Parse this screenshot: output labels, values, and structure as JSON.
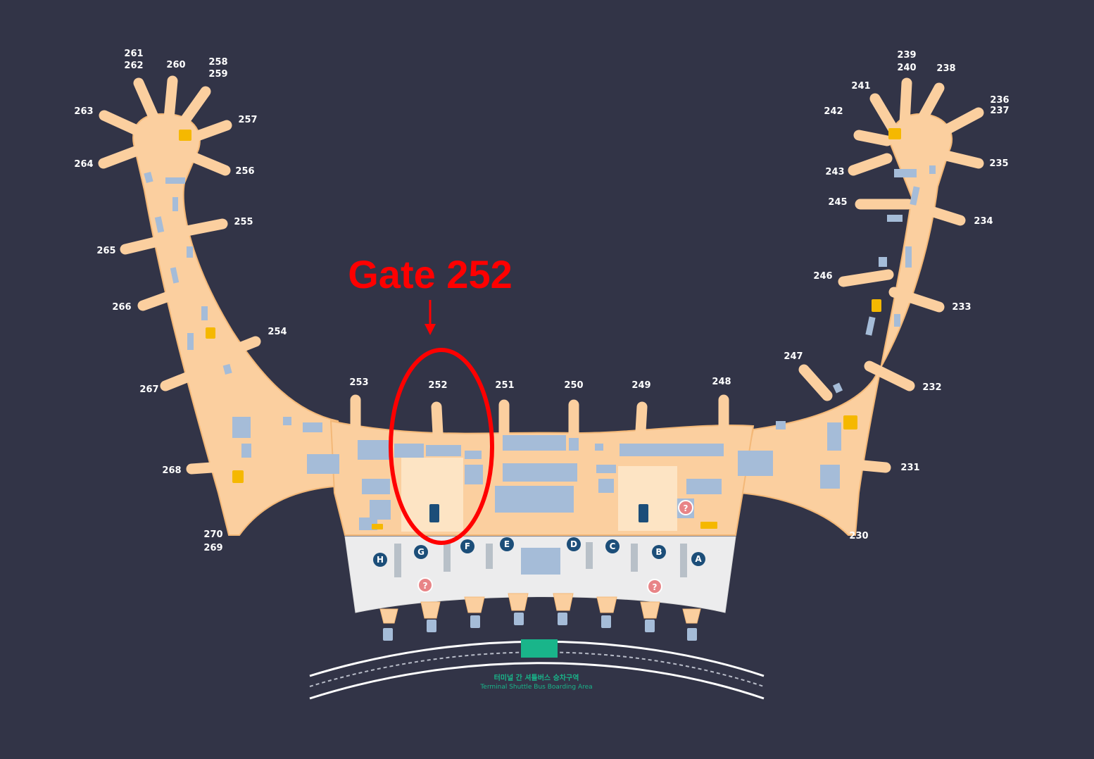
{
  "map": {
    "colors": {
      "background": "#323447",
      "concourse": "#fbcf9f",
      "concourse_edge": "#f3b878",
      "shops": "#a5bcd8",
      "checkin_hall": "#ececed",
      "highlight_red": "#ff0000",
      "info_badge": "#e88487",
      "counter_badge": "#1c4e79",
      "lounge": "#f5b800",
      "shuttle_green": "#19b58a"
    },
    "gates": {
      "261": "261",
      "262": "262",
      "260": "260",
      "258": "258",
      "259": "259",
      "263": "263",
      "257": "257",
      "264": "264",
      "256": "256",
      "255": "255",
      "265": "265",
      "266": "266",
      "254": "254",
      "267": "267",
      "268": "268",
      "270": "270",
      "269": "269",
      "253": "253",
      "252": "252",
      "251": "251",
      "250": "250",
      "249": "249",
      "248": "248",
      "239": "239",
      "240": "240",
      "238": "238",
      "241": "241",
      "236": "236",
      "237": "237",
      "242": "242",
      "243": "243",
      "235": "235",
      "245": "245",
      "234": "234",
      "246": "246",
      "233": "233",
      "247": "247",
      "232": "232",
      "231": "231",
      "230": "230"
    },
    "checkin_counters": [
      "H",
      "G",
      "F",
      "E",
      "D",
      "C",
      "B",
      "A"
    ],
    "shuttle": {
      "korean": "터미널 간 셔틀버스 승차구역",
      "english": "Terminal Shuttle Bus Boarding Area"
    }
  },
  "annotation": {
    "title": "Gate 252",
    "target_gate": "252",
    "shape": "ellipse",
    "arrow": "down-arrow"
  }
}
